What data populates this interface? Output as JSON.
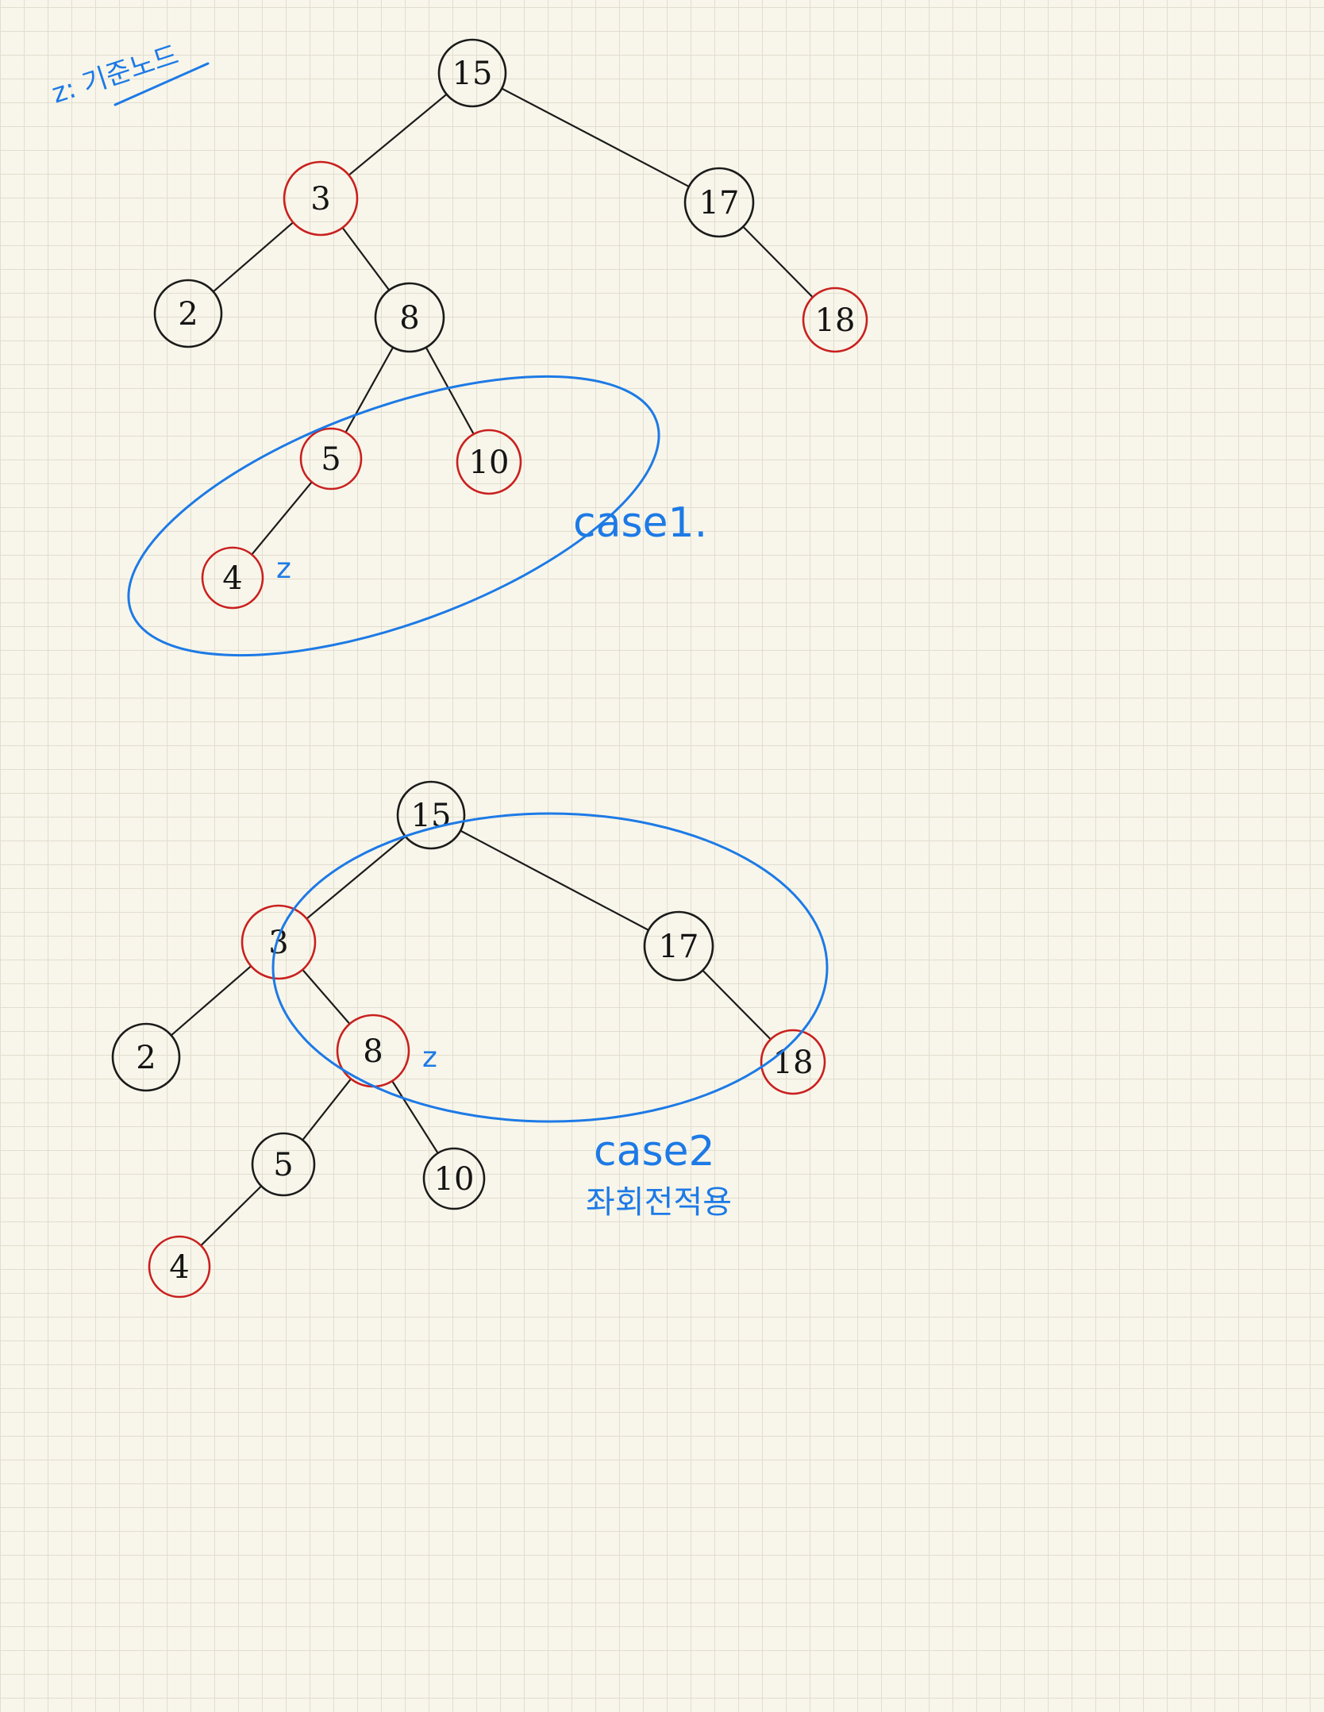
{
  "colors": {
    "black_node": "#1b1b1b",
    "red_node": "#c9201f",
    "annotation": "#1d7ae6"
  },
  "legend": {
    "text": "z: 기준노드"
  },
  "diagrams": [
    {
      "caption": "case1.",
      "caption_lines": [],
      "nodes": [
        {
          "key": "15",
          "color": "black"
        },
        {
          "key": "3",
          "color": "red"
        },
        {
          "key": "17",
          "color": "black"
        },
        {
          "key": "2",
          "color": "black"
        },
        {
          "key": "8",
          "color": "black"
        },
        {
          "key": "18",
          "color": "red"
        },
        {
          "key": "5",
          "color": "red"
        },
        {
          "key": "10",
          "color": "red"
        },
        {
          "key": "4",
          "color": "red"
        }
      ],
      "edges": [
        [
          "15",
          "3"
        ],
        [
          "15",
          "17"
        ],
        [
          "3",
          "2"
        ],
        [
          "3",
          "8"
        ],
        [
          "17",
          "18"
        ],
        [
          "8",
          "5"
        ],
        [
          "8",
          "10"
        ],
        [
          "5",
          "4"
        ]
      ],
      "z_node": "4",
      "z_label": "z"
    },
    {
      "caption": "case2",
      "caption_lines": [
        "좌회전적용"
      ],
      "nodes": [
        {
          "key": "15",
          "color": "black"
        },
        {
          "key": "3",
          "color": "red"
        },
        {
          "key": "17",
          "color": "black"
        },
        {
          "key": "2",
          "color": "black"
        },
        {
          "key": "8",
          "color": "red"
        },
        {
          "key": "18",
          "color": "red"
        },
        {
          "key": "5",
          "color": "black"
        },
        {
          "key": "10",
          "color": "black"
        },
        {
          "key": "4",
          "color": "red"
        }
      ],
      "edges": [
        [
          "15",
          "3"
        ],
        [
          "15",
          "17"
        ],
        [
          "3",
          "2"
        ],
        [
          "3",
          "8"
        ],
        [
          "17",
          "18"
        ],
        [
          "8",
          "5"
        ],
        [
          "8",
          "10"
        ],
        [
          "5",
          "4"
        ]
      ],
      "z_node": "8",
      "z_label": "z"
    }
  ]
}
